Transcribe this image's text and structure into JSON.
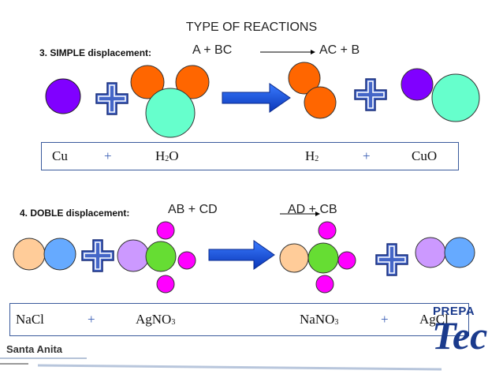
{
  "title": "TYPE OF  REACTIONS",
  "simple": {
    "label": "3. SIMPLE displacement:",
    "formula_left": "A  +  BC",
    "formula_right": "AC  +  B",
    "equation": {
      "r1": "Cu",
      "plus1": "+",
      "r2_a": "H",
      "r2_sub": "2",
      "r2_b": "O",
      "p1_a": "H",
      "p1_sub": "2",
      "plus2": "+",
      "p2": "CuO"
    }
  },
  "double": {
    "label": "4. DOBLE displacement:",
    "formula_left": "AB  +  CD",
    "formula_right": "AD  + CB",
    "equation": {
      "r1": "NaCl",
      "plus1": "+",
      "r2_a": "AgNO",
      "r2_sub": "3",
      "p1_a": "NaNO",
      "p1_sub": "3",
      "plus2": "+",
      "p2": "AgCl"
    }
  },
  "logo": {
    "top": "PREPA",
    "bottom": "Tec",
    "campus": "Santa Anita"
  },
  "colors": {
    "purple": "#8000ff",
    "orange": "#ff6600",
    "teal": "#66ffcc",
    "peach": "#ffcc99",
    "lightblue": "#66aaff",
    "lavender": "#cc99ff",
    "green": "#66dd33",
    "magenta": "#ff00ff",
    "plus": "#3b5fb5",
    "arrow": "#1f4fd6"
  }
}
